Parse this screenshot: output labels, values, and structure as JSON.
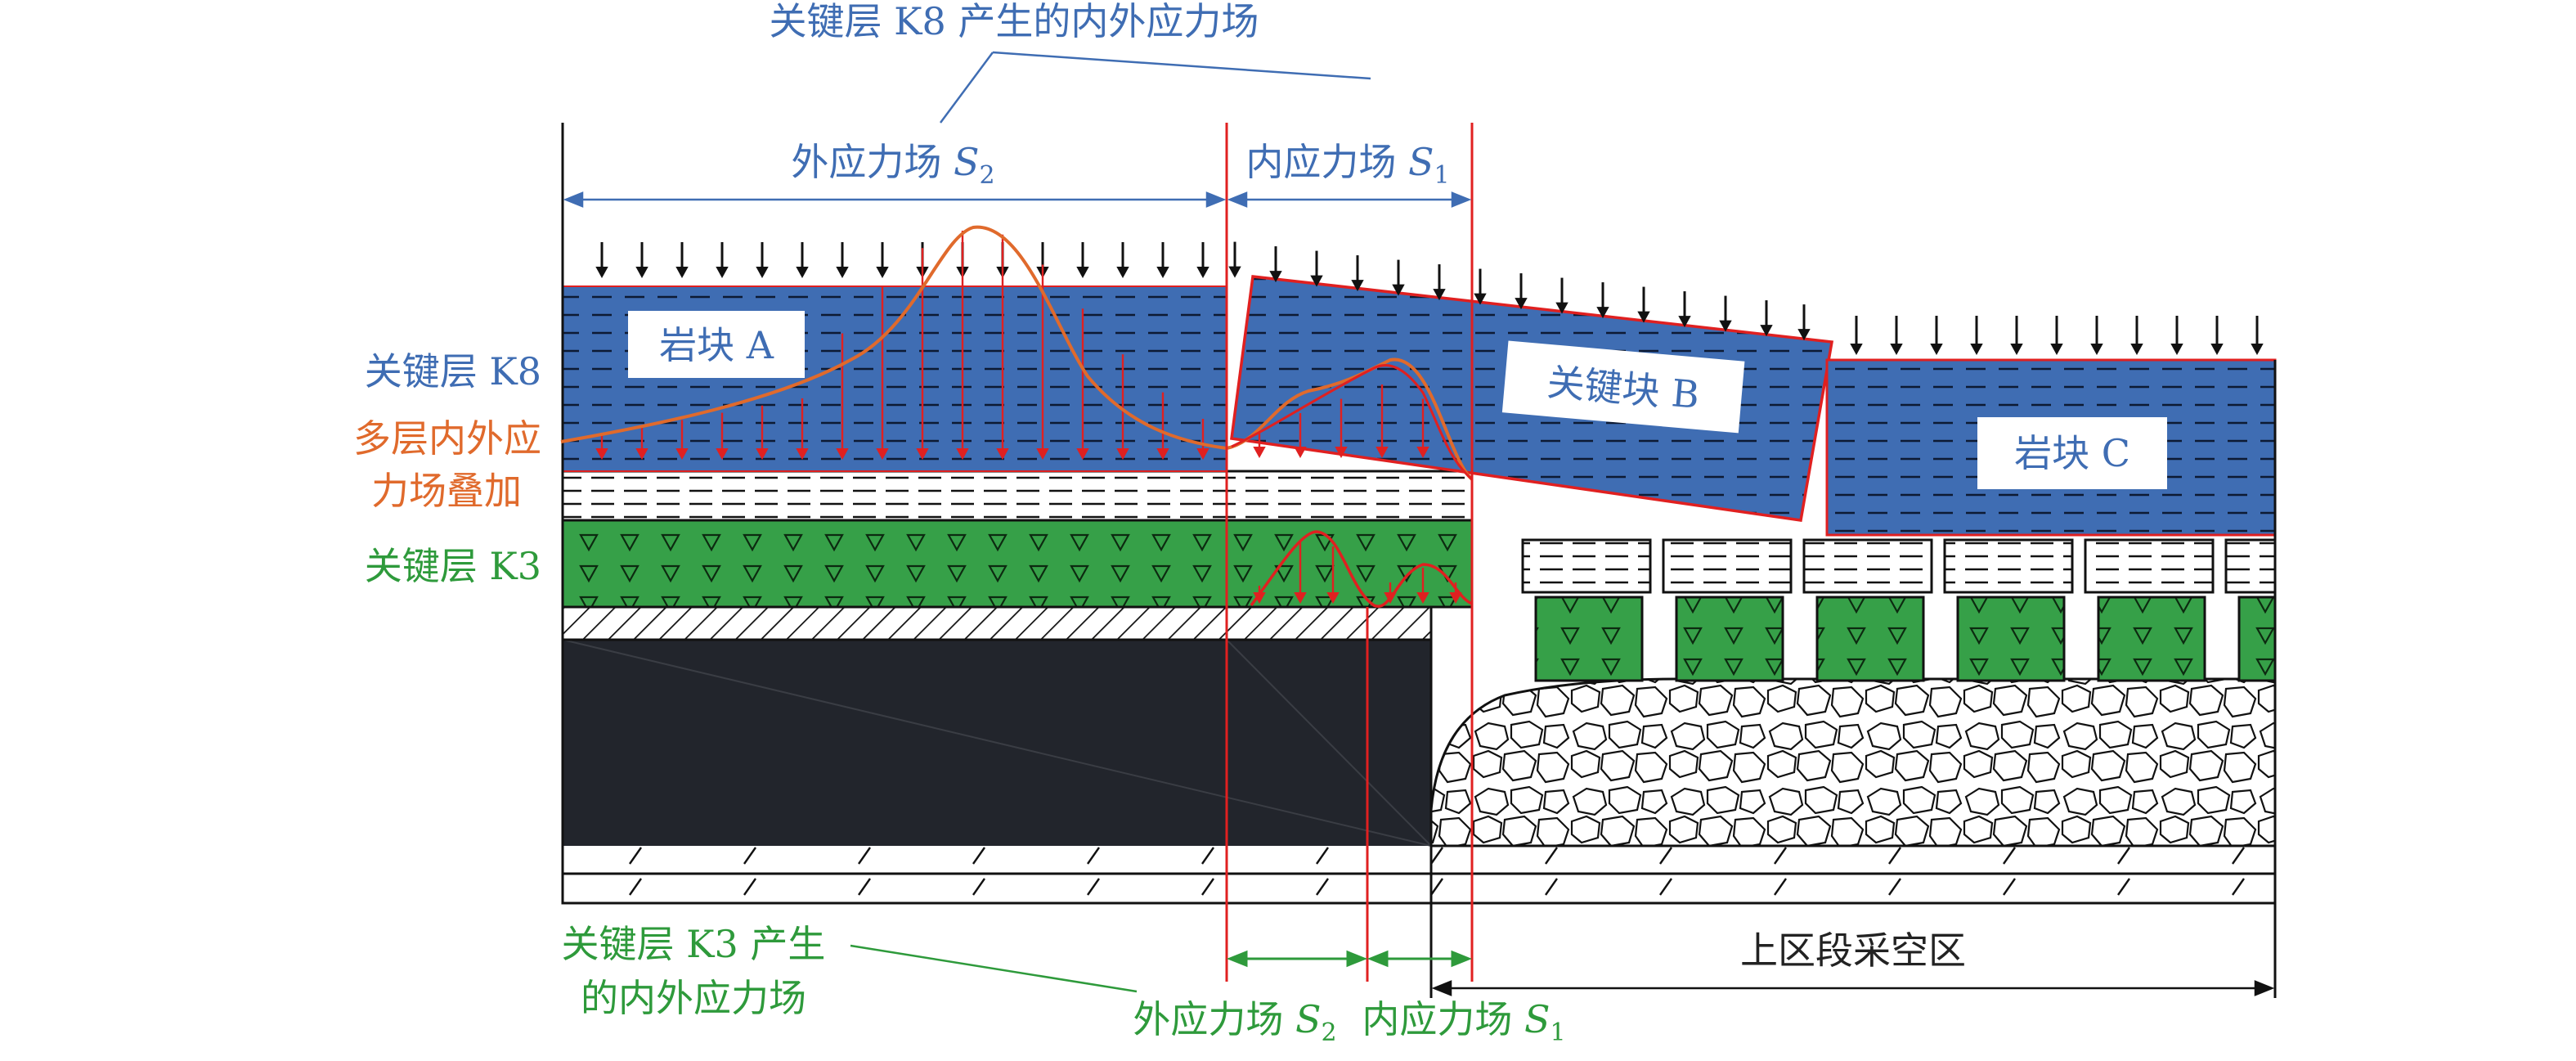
{
  "title_top": "关键层 K8 产生的内外应力场",
  "outer_field": {
    "text": "外应力场 ",
    "italic": "S",
    "sub": "2"
  },
  "inner_field": {
    "text": "内应力场 ",
    "italic": "S",
    "sub": "1"
  },
  "side_labels": {
    "k8": "关键层 K8",
    "superposition_line1": "多层内外应",
    "superposition_line2": "力场叠加",
    "k3": "关键层 K3"
  },
  "blocks": {
    "a": "岩块 A",
    "b": "关键块 B",
    "c": "岩块 C"
  },
  "bottom": {
    "k3_line1": "关键层 K3 产生",
    "k3_line2": "的内外应力场",
    "outer_field": {
      "text": "外应力场 ",
      "italic": "S",
      "sub": "2"
    },
    "inner_field": {
      "text": "内应力场 ",
      "italic": "S",
      "sub": "1"
    },
    "goaf": "上区段采空区"
  },
  "colors": {
    "k8_layer": "#3f6db3",
    "k3_layer": "#36a048",
    "coal": "#22252c",
    "stress_curve": "#e06a2c",
    "stress_arrows": "#e02020",
    "boundary_lines": "#e02020",
    "label_blue": "#3f6db3",
    "label_green": "#2e9a3b",
    "label_orange": "#e06a2c"
  }
}
